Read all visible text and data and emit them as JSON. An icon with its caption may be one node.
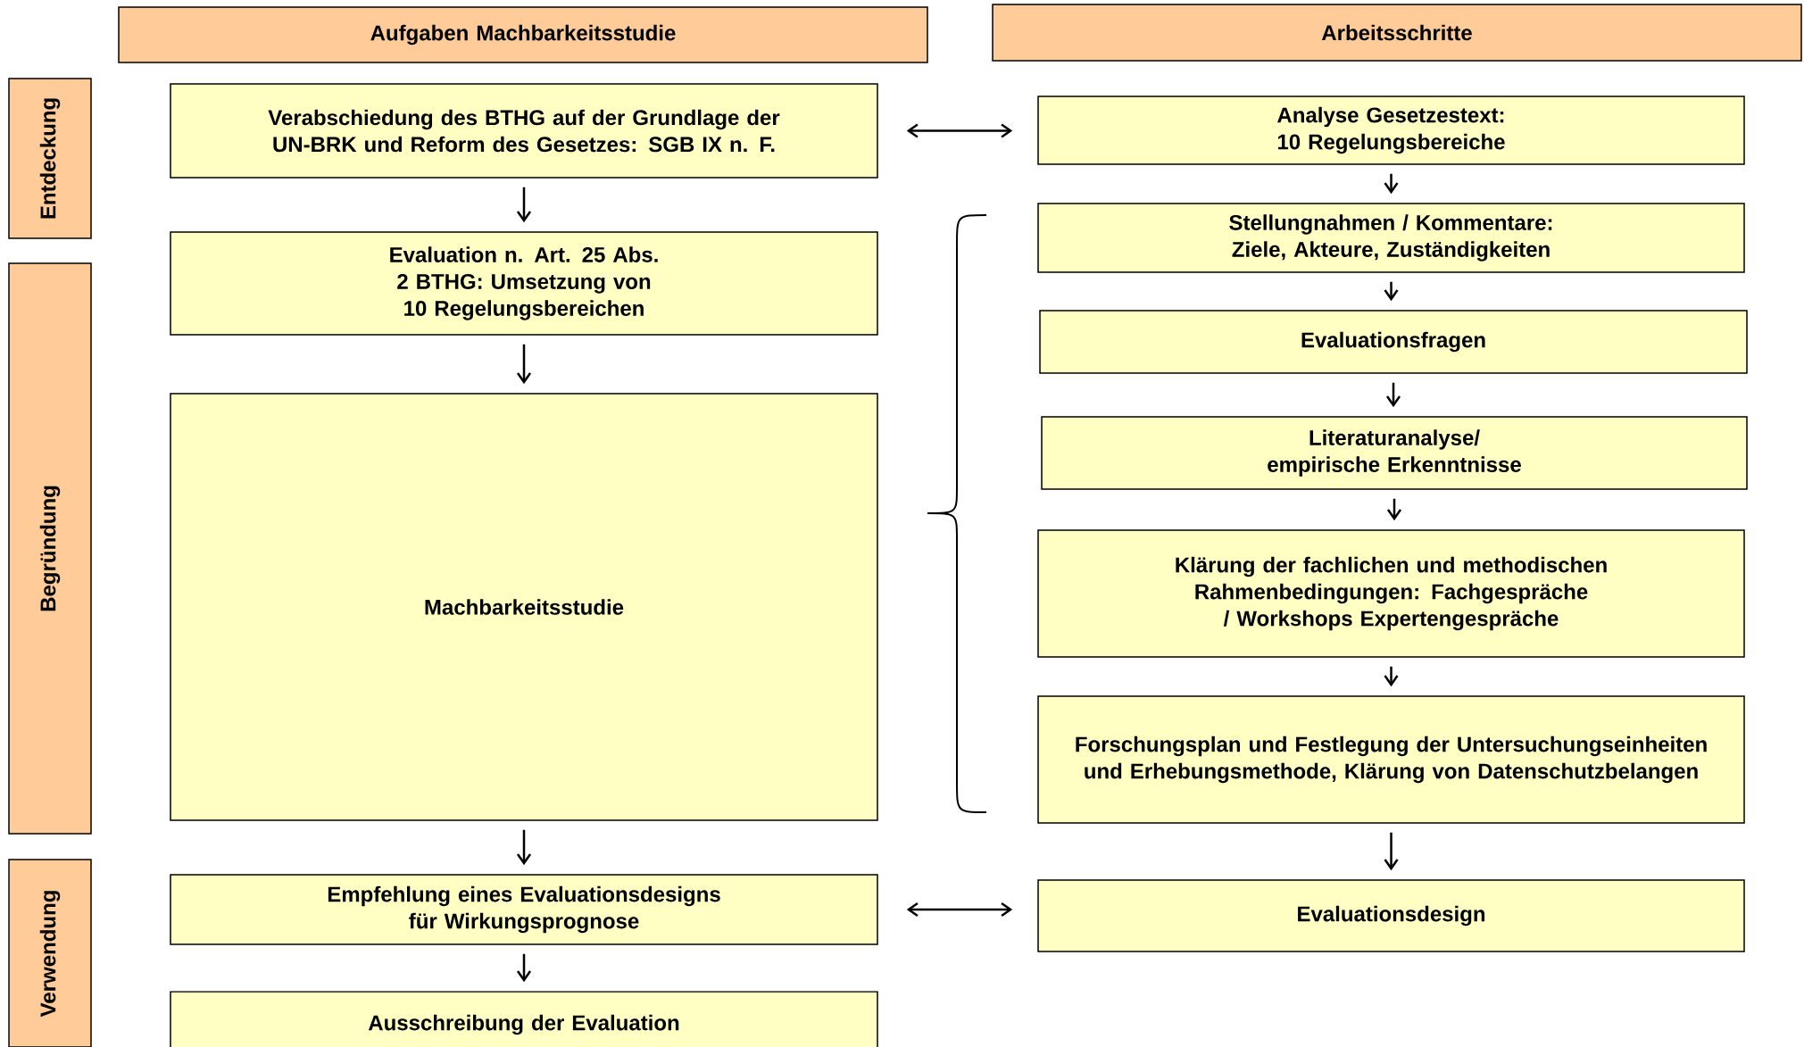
{
  "diagram": {
    "nodes": [
      {
        "text": [
          "Aufgaben Machbarkeitsstudie"
        ]
      },
      {
        "text": [
          "Arbeitsschritte"
        ]
      },
      {
        "text": [
          "Entdeckung"
        ]
      },
      {
        "text": [
          "Begründung"
        ]
      },
      {
        "text": [
          "Verwendung"
        ]
      },
      {
        "text": [
          "Verabschiedung des BTHG auf der Grundlage der UN-BRK und Reform des Gesetzes: SGB IX n. F."
        ]
      },
      {
        "text": [
          "Evaluation n. Art. 25 Abs. 2 BTHG: Umsetzung von 10 Regelungsbereichen"
        ]
      },
      {
        "text": [
          "Machbarkeitsstudie"
        ]
      },
      {
        "text": [
          "Empfehlung eines Evaluationsdesigns für Wirkungsprognose"
        ]
      },
      {
        "text": [
          "Ausschreibung der Evaluation"
        ]
      },
      {
        "text": [
          "Analyse Gesetzestext: 10 Regelungsbereiche"
        ]
      },
      {
        "text": [
          "Stellungnahmen / Kommentare: Ziele, Akteure, Zuständigkeiten"
        ]
      },
      {
        "text": [
          "Evaluationsfragen"
        ]
      },
      {
        "text": [
          "Literaturanalyse/ empirische Erkenntnisse"
        ]
      },
      {
        "text": [
          "Klärung der fachlichen und methodischen Rahmenbedingungen: Fachgespräche / Workshops Expertengespräche"
        ]
      },
      {
        "text": [
          "Forschungsplan und Festlegung der Untersuchungseinheiten und Erhebungsmethode, Klärung von Datenschutzbelangen"
        ]
      },
      {
        "text": [
          "Evaluationsdesign"
        ]
      }
    ],
    "edges": [
      {
        "from": 5,
        "to": 10,
        "arrow": "both"
      },
      {
        "from": 5,
        "to": 6,
        "arrow": "to"
      },
      {
        "from": 6,
        "to": 7,
        "arrow": "to"
      },
      {
        "from": 7,
        "to": 8,
        "arrow": "to"
      },
      {
        "from": 8,
        "to": 9,
        "arrow": "to"
      },
      {
        "from": 8,
        "to": 16,
        "arrow": "both"
      },
      {
        "from": 10,
        "to": 11,
        "arrow": "to"
      },
      {
        "from": 11,
        "to": 12,
        "arrow": "to"
      },
      {
        "from": 12,
        "to": 13,
        "arrow": "to"
      },
      {
        "from": 13,
        "to": 14,
        "arrow": "to"
      },
      {
        "from": 14,
        "to": 15,
        "arrow": "to"
      },
      {
        "from": 15,
        "to": 16,
        "arrow": "to"
      }
    ]
  }
}
